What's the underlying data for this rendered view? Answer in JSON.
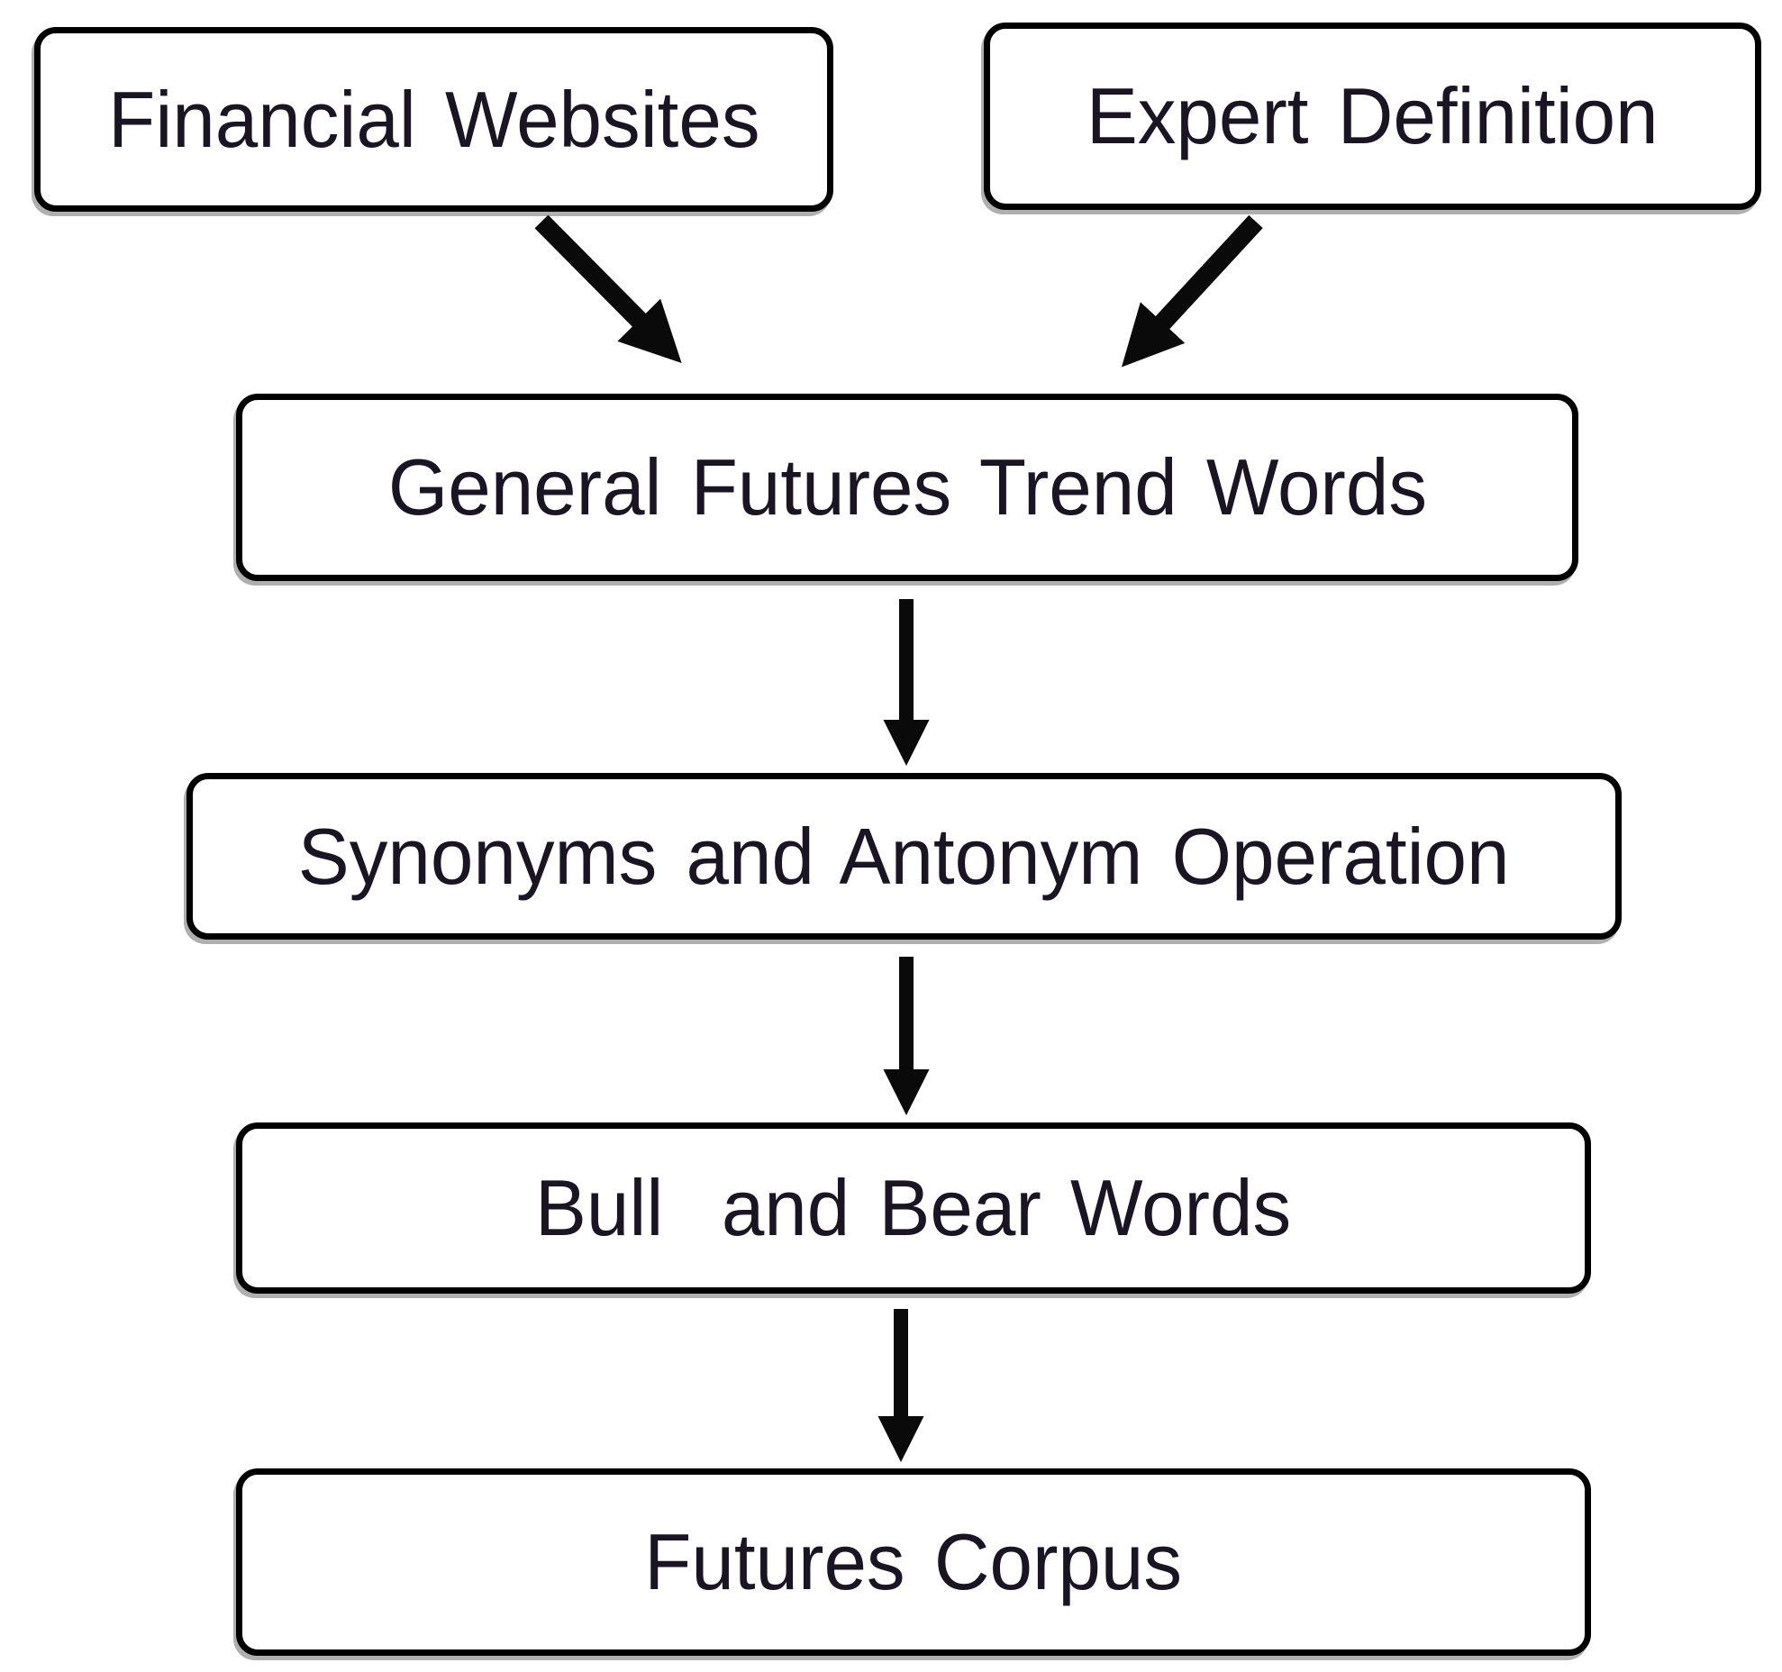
{
  "diagram": {
    "type": "flowchart",
    "background_color": "#ffffff",
    "box_border_color": "#000000",
    "box_fill_color": "#ffffff",
    "text_color": "#1a1523",
    "arrow_color": "#0a0a0a",
    "nodes": {
      "financial_websites": {
        "label": "Financial Websites"
      },
      "expert_definition": {
        "label": "Expert Definition"
      },
      "general_futures_trend_words": {
        "label": "General Futures Trend Words"
      },
      "synonyms_and_antonym_operation": {
        "label": "Synonyms and Antonym Operation"
      },
      "bull_and_bear_words": {
        "label": "Bull  and Bear Words"
      },
      "futures_corpus": {
        "label": "Futures Corpus"
      }
    },
    "edges": [
      {
        "from": "financial_websites",
        "to": "general_futures_trend_words"
      },
      {
        "from": "expert_definition",
        "to": "general_futures_trend_words"
      },
      {
        "from": "general_futures_trend_words",
        "to": "synonyms_and_antonym_operation"
      },
      {
        "from": "synonyms_and_antonym_operation",
        "to": "bull_and_bear_words"
      },
      {
        "from": "bull_and_bear_words",
        "to": "futures_corpus"
      }
    ]
  }
}
